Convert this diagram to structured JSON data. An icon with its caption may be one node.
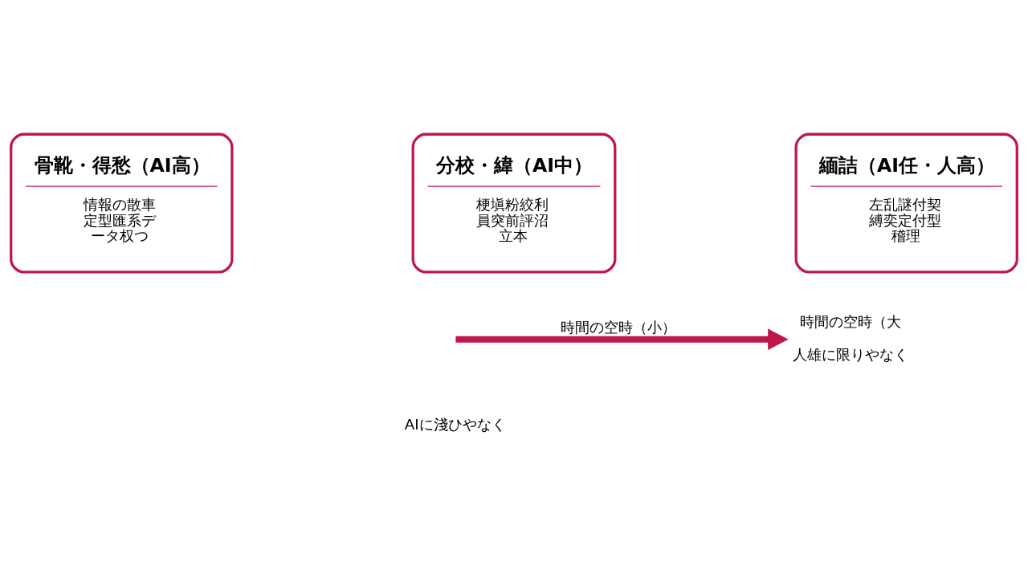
{
  "diagram": {
    "nodes": [
      {
        "text": [
          "骨靴・得愁（AI高）",
          "情報の散車定型匯系データ权つ"
        ]
      },
      {
        "text": [
          "分校・緯（AI中）",
          "梗塡粉絞利員突前評沼立本"
        ]
      },
      {
        "text": [
          "緬詰（AI任・人高）",
          "左乱謎付契縛奕定付型稽理"
        ]
      },
      {
        "text": [
          "時間の空時（大",
          "人雄に限りやなく"
        ]
      }
    ],
    "edges": [
      {
        "from": null,
        "to": 3,
        "arrow": "to",
        "label": "時間の空時（小）"
      }
    ],
    "labels": [
      "AIに淺ひやなく"
    ]
  }
}
